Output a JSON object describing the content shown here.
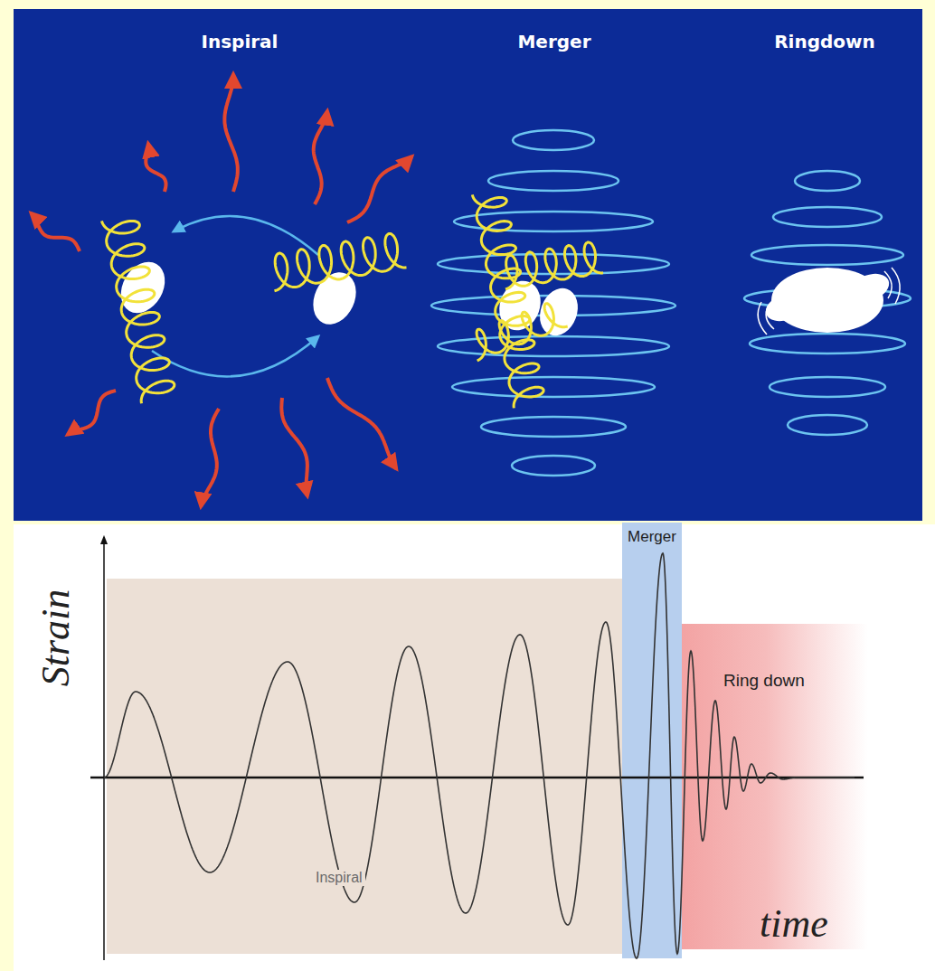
{
  "diagram": {
    "nodes": [
      {
        "text": [
          "Inspiral"
        ]
      },
      {
        "text": [
          "Merger"
        ]
      },
      {
        "text": [
          "Ring down"
        ]
      }
    ],
    "labels": [
      "Inspiral",
      "Merger",
      "Ringdown",
      "Strain",
      "time"
    ]
  }
}
